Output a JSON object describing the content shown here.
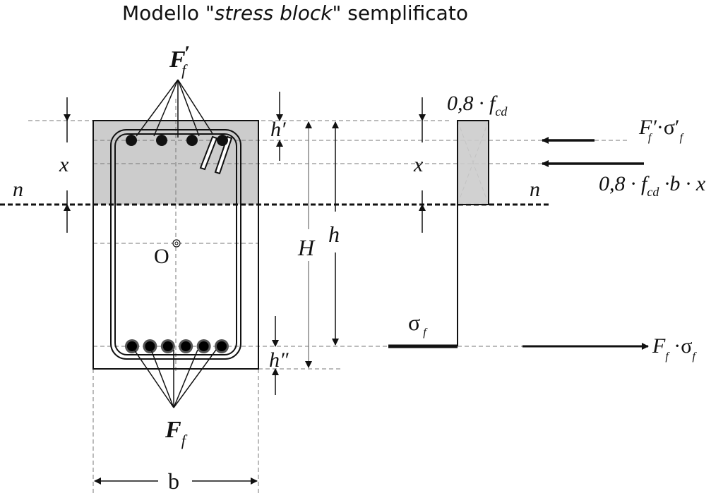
{
  "title": {
    "prefix": "Modello \"",
    "italic": "stress block",
    "suffix": "\" semplificato"
  },
  "section": {
    "label_top_bars": "F",
    "label_top_bars_sub": "f",
    "label_top_bars_prime": "′",
    "label_bottom_bars": "F",
    "label_bottom_bars_sub": "f",
    "centroid_label": "O",
    "width_label": "b",
    "top_bar_count": 4,
    "bottom_bar_count": 6
  },
  "dimensions": {
    "x_left": "x",
    "n_left": "n",
    "h_prime": "h′",
    "h_double_prime": "h″",
    "H": "H",
    "h": "h",
    "x_right": "x",
    "n_right": "n"
  },
  "stress_diagram": {
    "block_label_main": "0,8 · f",
    "block_label_sub": "cd",
    "sigma_label": "σ",
    "sigma_sub": "f"
  },
  "forces": {
    "top_steel": {
      "main": "F′",
      "sub1": "f",
      "dot": " ·σ′",
      "sub2": "f"
    },
    "concrete": {
      "main": "0,8 · f",
      "sub1": "cd",
      "rest": " ·b · x"
    },
    "bottom_steel": {
      "main": "F",
      "sub1": "f",
      "dot": " ·σ",
      "sub2": "f"
    }
  },
  "colors": {
    "compression_fill": "#cccccc",
    "line": "#111111",
    "dashed": "#777777",
    "dim_gray": "#8a8a8a"
  }
}
